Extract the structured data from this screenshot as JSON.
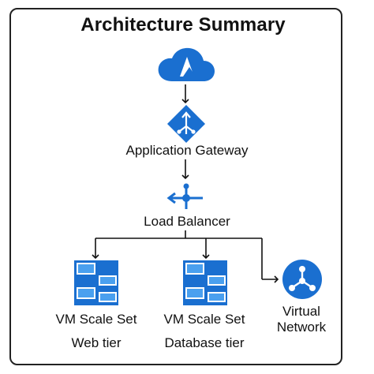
{
  "diagram": {
    "title": "Architecture Summary",
    "nodes": {
      "azure": {
        "icon": "azure-cloud-icon"
      },
      "gateway": {
        "label": "Application Gateway",
        "icon": "application-gateway-icon"
      },
      "lb": {
        "label": "Load Balancer",
        "icon": "load-balancer-icon"
      },
      "web": {
        "label": "VM Scale Set",
        "tier": "Web tier",
        "icon": "vm-scale-set-icon"
      },
      "db": {
        "label": "VM Scale Set",
        "tier": "Database tier",
        "icon": "vm-scale-set-icon"
      },
      "vnet": {
        "label_line1": "Virtual",
        "label_line2": "Network",
        "icon": "virtual-network-icon"
      }
    },
    "colors": {
      "primary": "#1a6fd0",
      "light": "#4aa0ef",
      "line": "#111111"
    }
  }
}
